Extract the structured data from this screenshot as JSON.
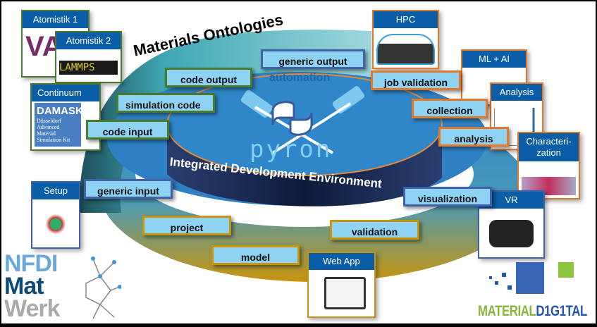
{
  "diagram": {
    "ring_title": "Materials Ontologies",
    "ring_subtitle": "automation",
    "core_logo": "pyron",
    "core_caption": "Integrated Development Environment",
    "labels": {
      "generic_output": "generic output",
      "code_output": "code output",
      "simulation_code": "simulation code",
      "code_input": "code input",
      "job_validation": "job validation",
      "collection": "collection",
      "analysis": "analysis",
      "generic_input": "generic input",
      "visualization": "visualization",
      "project": "project",
      "validation": "validation",
      "model": "model"
    },
    "cards": {
      "atomistik1": "Atomistik 1",
      "atomistik2": "Atomistik 2",
      "continuum": "Continuum",
      "continuum_logo": "DAMASK",
      "continuum_logo_sub": "Düsseldorf Advanced Material Simulation Kit",
      "setup": "Setup",
      "hpc": "HPC",
      "mlai": "ML + AI",
      "analysis": "Analysis",
      "characterization": "Characteri-zation",
      "vr": "VR",
      "webapp": "Web App",
      "lammps": "LAMMPS"
    },
    "logos": {
      "nfdi_line1": "NFDI",
      "nfdi_line2": "Mat",
      "nfdi_line3": "Werk",
      "md_part1": "MATERIAL",
      "md_part2": "D1G1TAL"
    },
    "colors": {
      "label_fill": "#8fd3f4",
      "card_header": "#0a5ea8",
      "simulation_border": "#4a7a2c",
      "hpc_analysis_border": "#e07a28",
      "interface_border": "#3f62a8",
      "workflow_border": "#c8960e"
    }
  }
}
